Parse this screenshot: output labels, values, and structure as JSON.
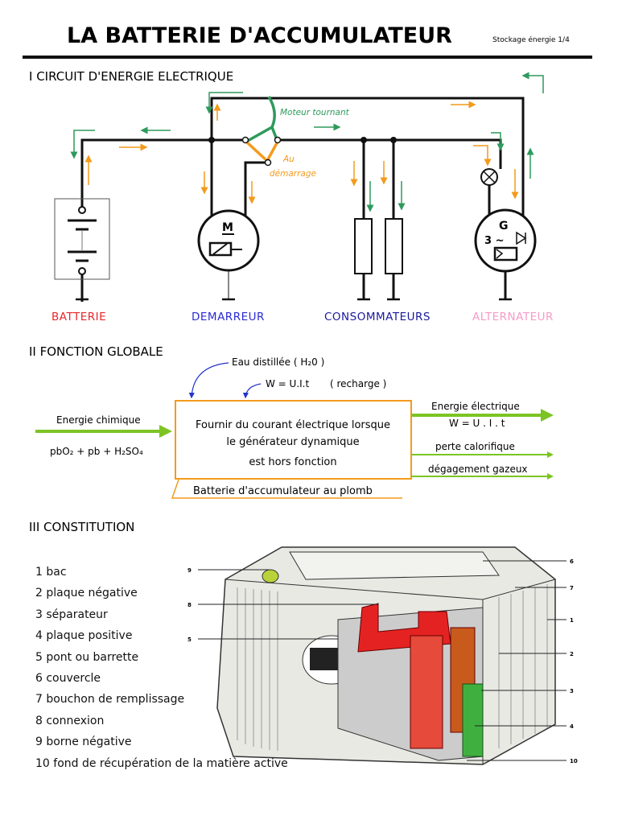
{
  "header": {
    "title": "LA BATTERIE D'ACCUMULATEUR",
    "page_ref": "Stockage énergie 1/4"
  },
  "section1": {
    "title": "I  CIRCUIT D'ENERGIE ELECTRIQUE",
    "labels": {
      "moteur_tournant": "Moteur tournant",
      "au": "Au",
      "demarrage": "démarrage",
      "motor_symbol": "M",
      "gen_symbol": "G",
      "gen_phase": "3 ~"
    },
    "components": [
      {
        "label": "BATTERIE",
        "color": "#e8262a"
      },
      {
        "label": "DEMARREUR",
        "color": "#2b2bd6"
      },
      {
        "label": "CONSOMMATEURS",
        "color": "#1a1a9c"
      },
      {
        "label": "ALTERNATEUR",
        "color": "#f59bc8"
      }
    ],
    "colors": {
      "starting_flow": "#f39a1c",
      "running_flow": "#2e9a5c"
    }
  },
  "section2": {
    "title": "II  FONCTION GLOBALE",
    "input_water": "Eau distillée ( H₂0 )",
    "input_recharge_w": "W = U.I.t",
    "input_recharge_note": "( recharge )",
    "input_energy": "Energie chimique",
    "input_formula": "pbO₂ + pb + H₂SO₄",
    "function_lines": [
      "Fournir du courant électrique lorsque",
      "le générateur dynamique",
      "est hors fonction"
    ],
    "system_name": "Batterie d'accumulateur au plomb",
    "outputs": [
      {
        "label": "Energie électrique",
        "sub": "W = U . I . t"
      },
      {
        "label": "perte calorifique"
      },
      {
        "label": "dégagement gazeux"
      }
    ]
  },
  "section3": {
    "title": "III  CONSTITUTION",
    "parts": [
      "1  bac",
      "2  plaque négative",
      "3  séparateur",
      "4  plaque positive",
      "5  pont ou barrette",
      "6  couvercle",
      "7  bouchon de remplissage",
      "8  connexion",
      "9  borne négative",
      "10 fond de récupération de la matière active"
    ],
    "callouts": [
      "9",
      "8",
      "5",
      "6",
      "7",
      "1",
      "2",
      "3",
      "4",
      "10"
    ]
  }
}
